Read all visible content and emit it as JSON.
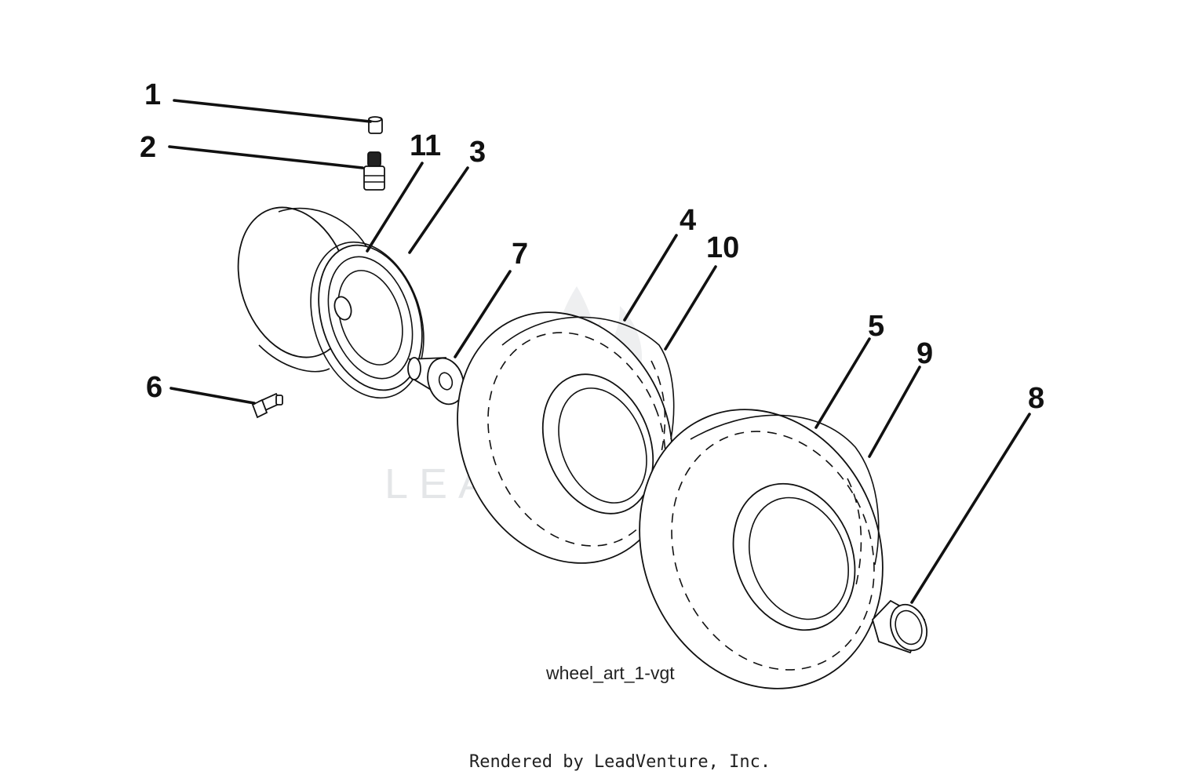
{
  "diagram": {
    "callouts": [
      "1",
      "2",
      "11",
      "3",
      "4",
      "10",
      "7",
      "6",
      "5",
      "9",
      "8"
    ],
    "art_name": "wheel_art_1-vgt",
    "credit": "Rendered by LeadVenture, Inc.",
    "watermark": "LEADVENTURE"
  }
}
